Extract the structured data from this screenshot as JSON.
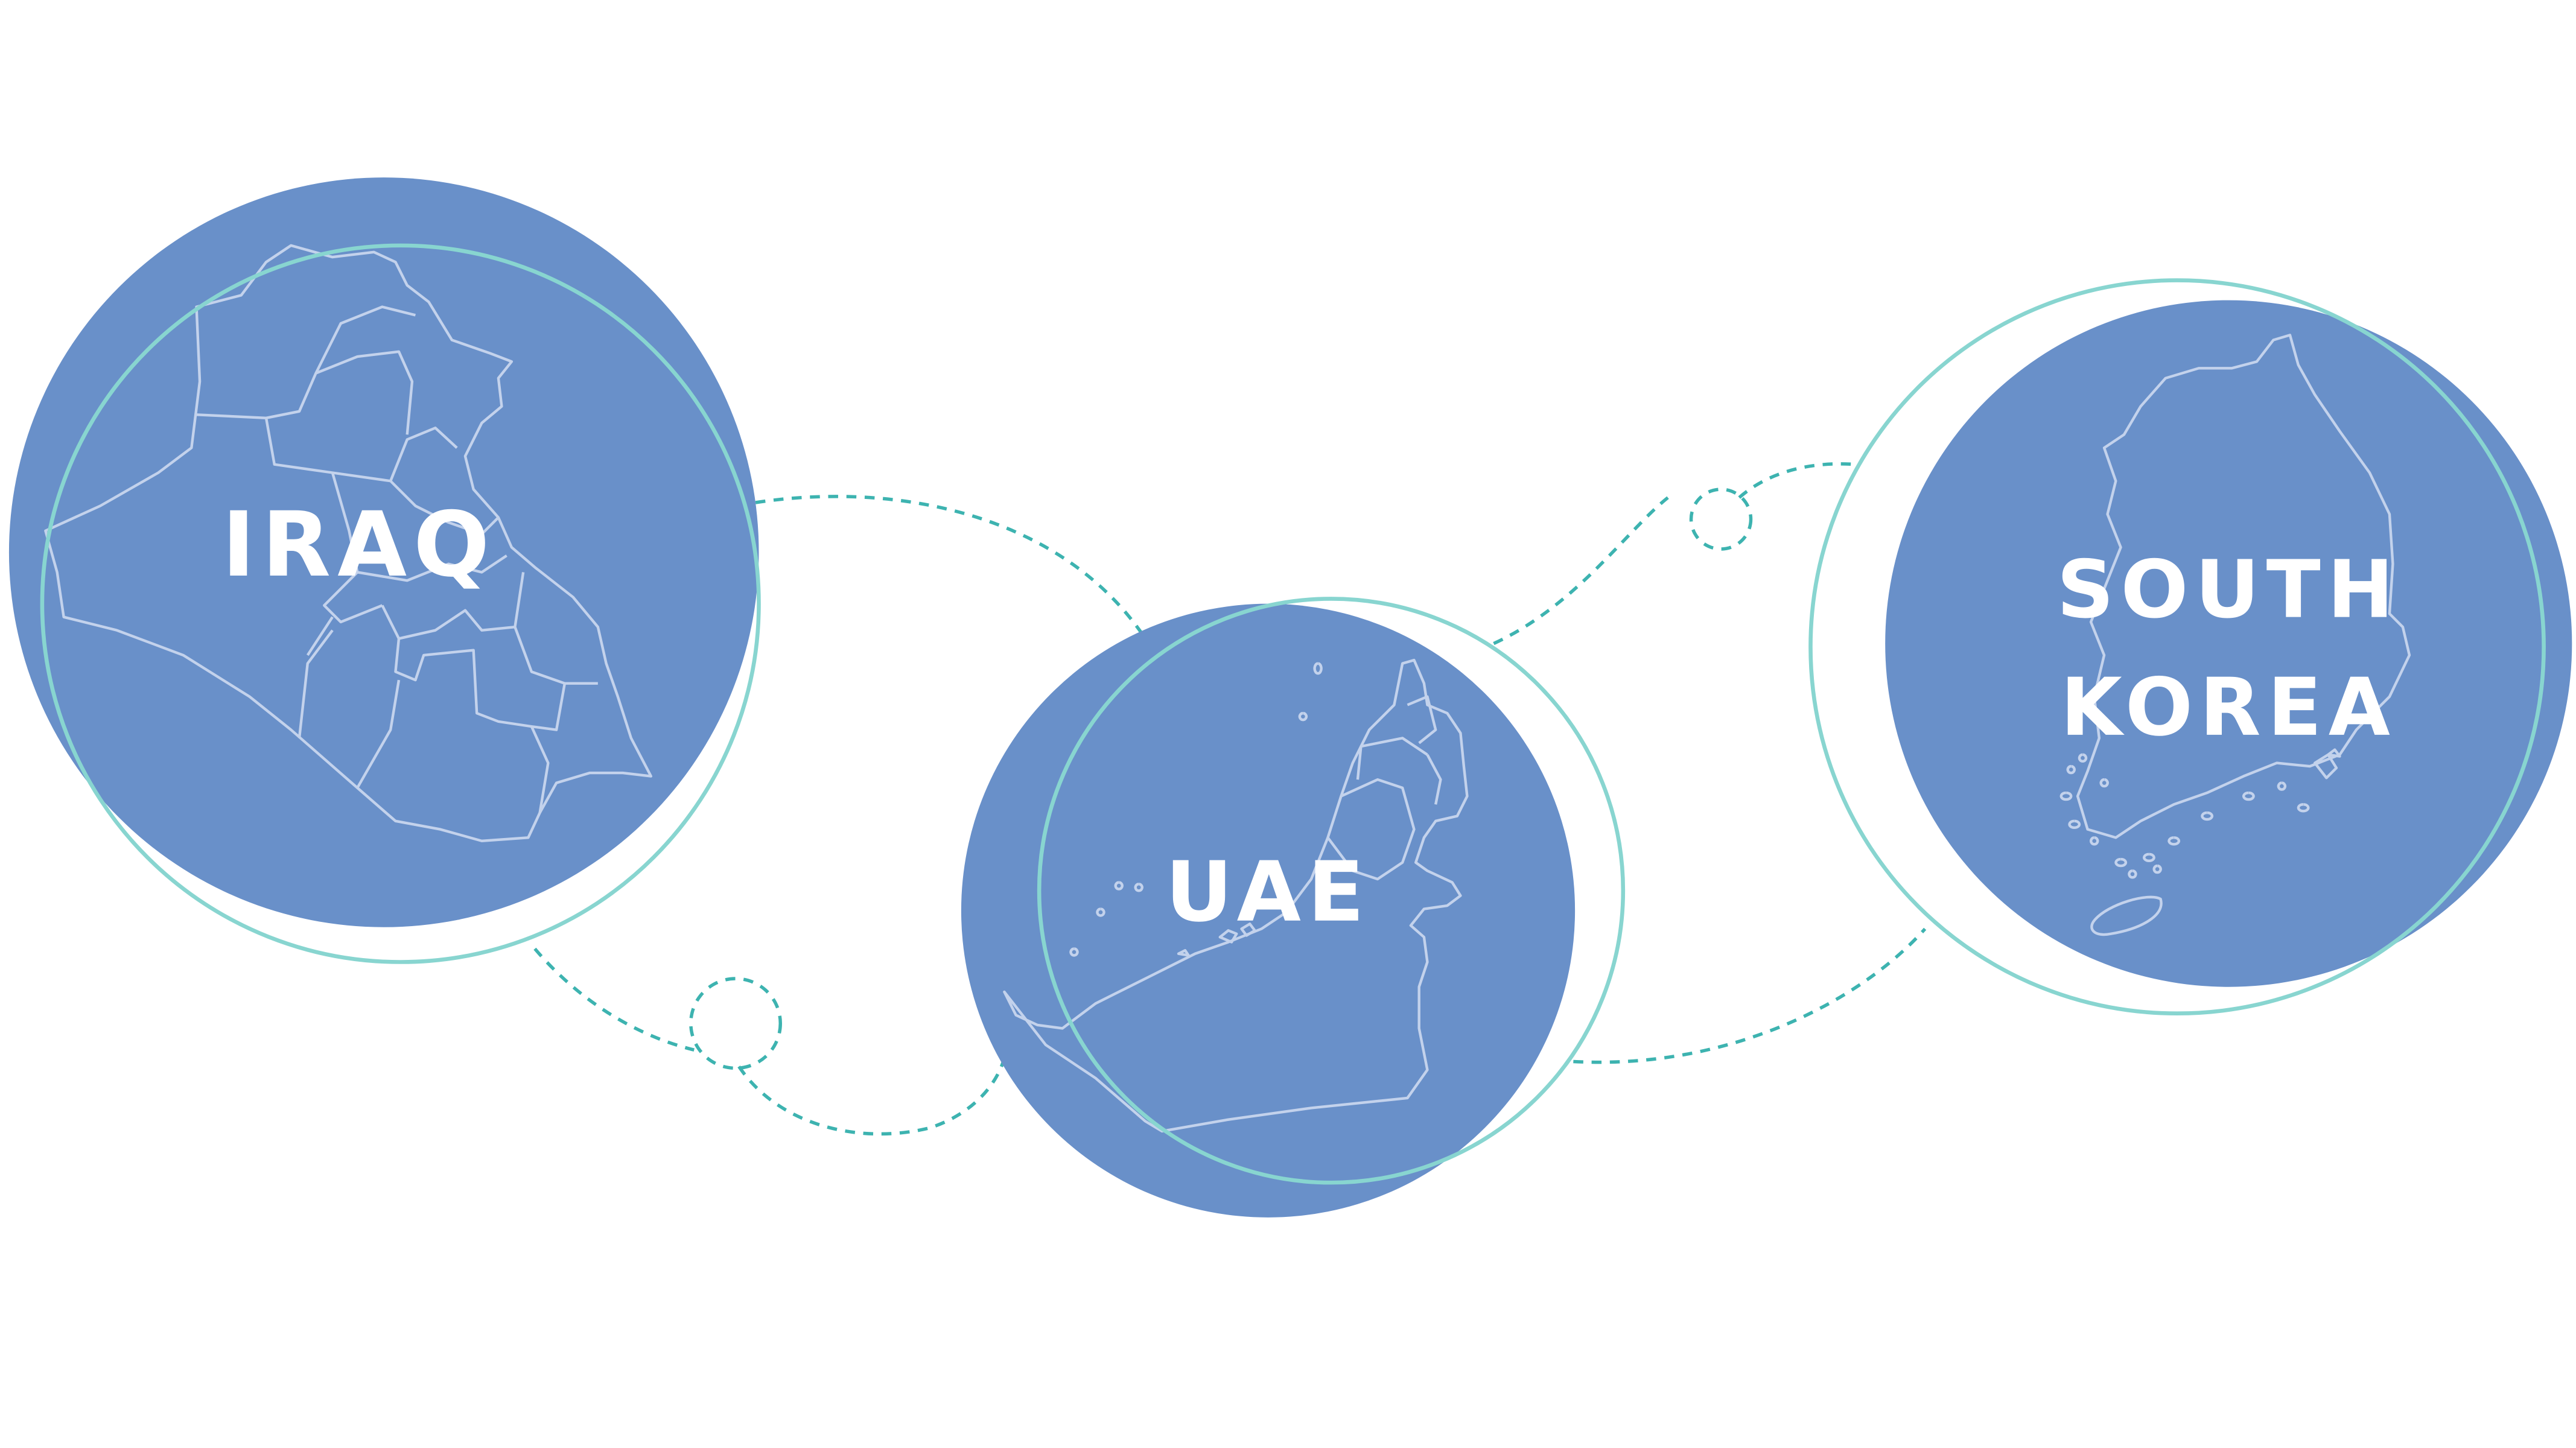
{
  "diagram": {
    "colors": {
      "background": "#ffffff",
      "circle_fill": "#6990c9",
      "ring_stroke": "#88d5d0",
      "connector_stroke": "#3db3b0",
      "map_outline": "#c3d2ec",
      "label_text": "#ffffff"
    },
    "countries": [
      {
        "id": "iraq",
        "label_lines": [
          "IRAQ"
        ]
      },
      {
        "id": "uae",
        "label_lines": [
          "UAE"
        ]
      },
      {
        "id": "south-korea",
        "label_lines": [
          "SOUTH",
          "KOREA"
        ]
      }
    ]
  }
}
